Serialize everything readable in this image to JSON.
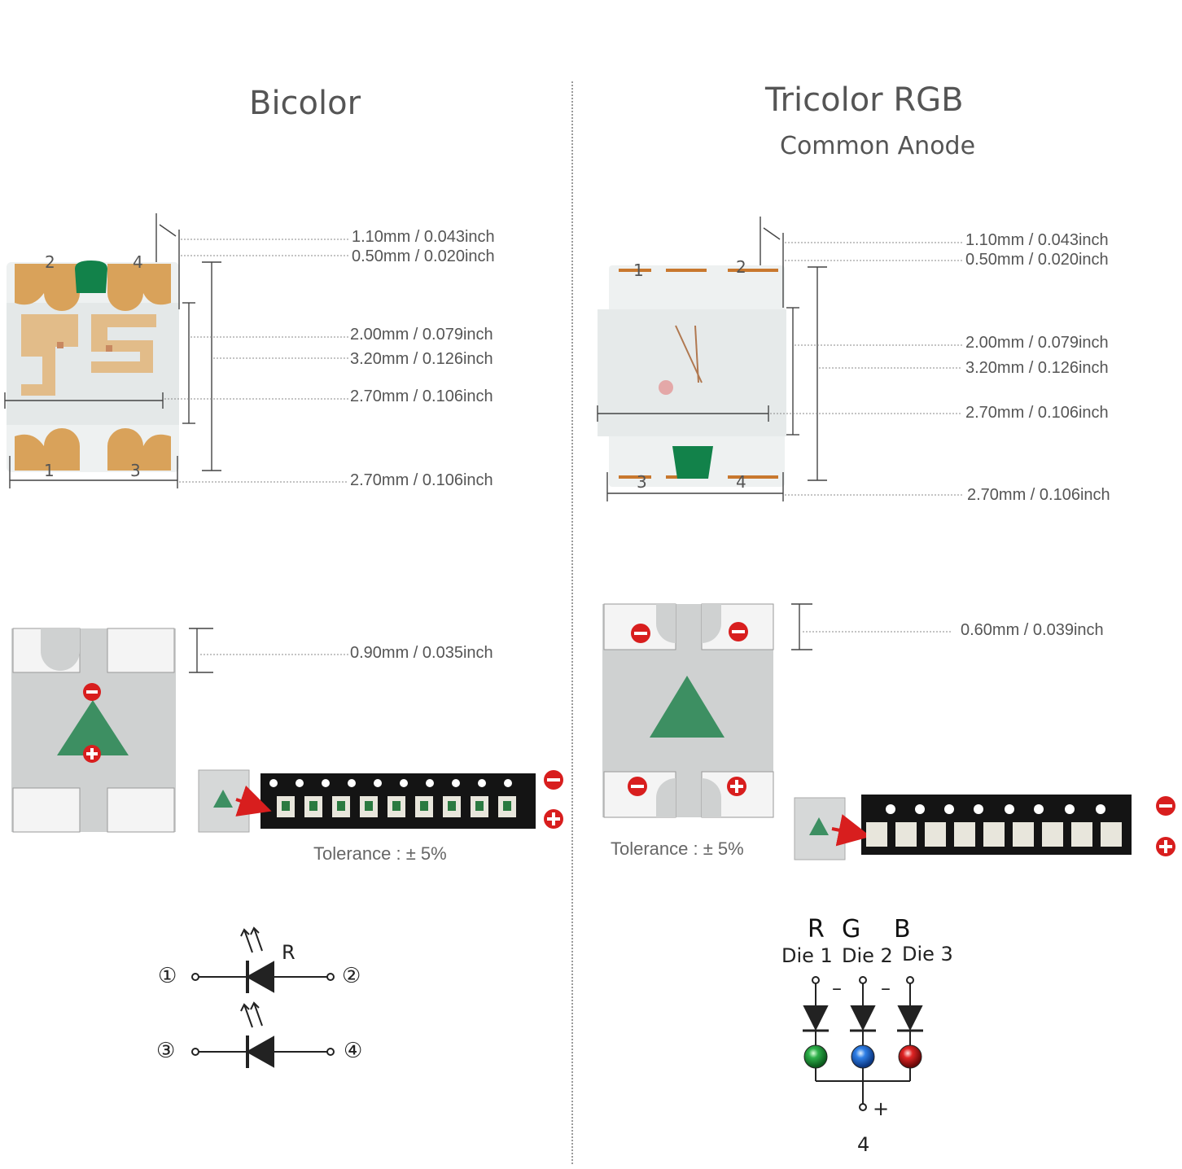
{
  "bicolor": {
    "title": "Bicolor",
    "pins": [
      "2",
      "4",
      "1",
      "3"
    ],
    "dims": [
      "1.10mm / 0.043inch",
      "0.50mm / 0.020inch",
      "2.00mm / 0.079inch",
      "3.20mm / 0.126inch",
      "2.70mm / 0.106inch",
      "2.70mm / 0.106inch"
    ],
    "pad_dim": "0.90mm / 0.035inch",
    "tolerance": "Tolerance : ± 5%",
    "schematic": {
      "label": "R",
      "pins": [
        "①",
        "②",
        "③",
        "④"
      ]
    }
  },
  "tricolor": {
    "title": "Tricolor RGB",
    "subtitle": "Common Anode",
    "pins": [
      "1",
      "2",
      "3",
      "4"
    ],
    "dims": [
      "1.10mm / 0.043inch",
      "0.50mm / 0.020inch",
      "2.00mm / 0.079inch",
      "3.20mm / 0.126inch",
      "2.70mm / 0.106inch",
      "2.70mm / 0.106inch"
    ],
    "pad_dim": "0.60mm / 0.039inch",
    "tolerance": "Tolerance : ± 5%",
    "schematic": {
      "letters": [
        "R",
        "G",
        "B"
      ],
      "dies": [
        "Die 1",
        "Die 2",
        "Die 3"
      ],
      "minus": "–",
      "plus": "+",
      "common_pin": "4",
      "led_colors": [
        "#1f9a3c",
        "#1f6fd6",
        "#d02020"
      ]
    }
  },
  "colors": {
    "pad": "#d9a25a",
    "board": "#cfcfcf",
    "green_mark": "#3d8f62",
    "red_marker": "#d81e1e"
  }
}
